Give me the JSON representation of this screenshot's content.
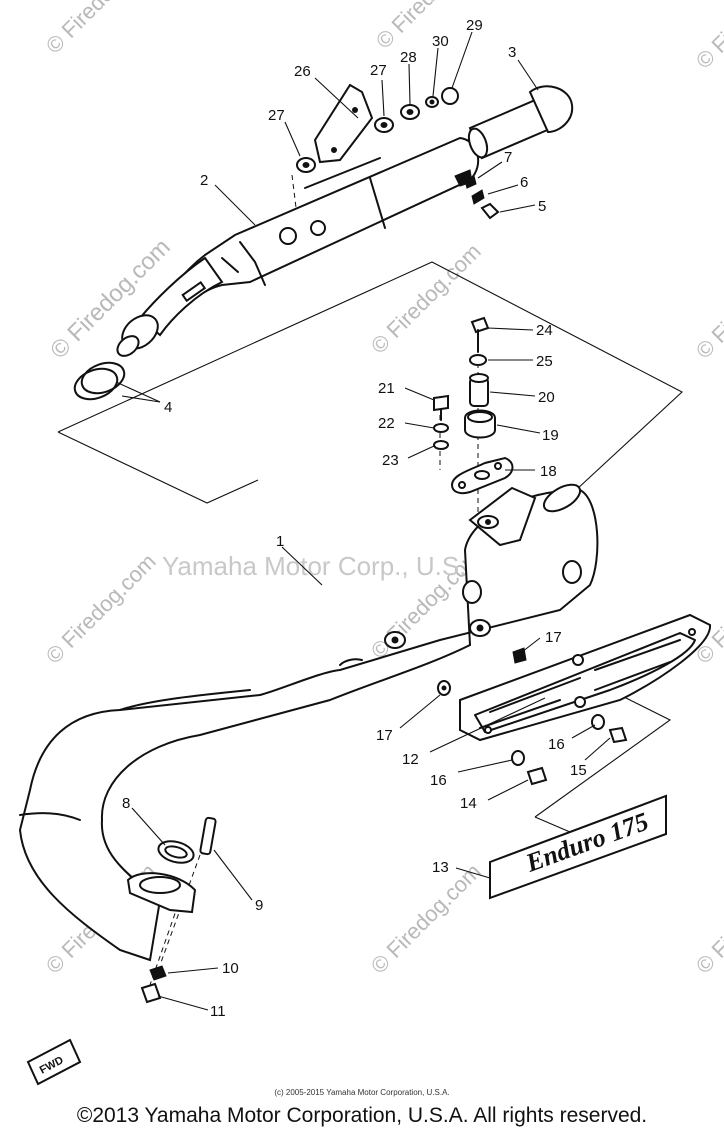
{
  "watermarks": {
    "firedog": "© Firedog.com",
    "company": "Yamaha Motor Corp., U.S.A."
  },
  "labels": {
    "1": "1",
    "2": "2",
    "3": "3",
    "4": "4",
    "5": "5",
    "6": "6",
    "7": "7",
    "8": "8",
    "9": "9",
    "10": "10",
    "11": "11",
    "12": "12",
    "13": "13",
    "14": "14",
    "15": "15",
    "16": "16",
    "17": "17",
    "18": "18",
    "19": "19",
    "20": "20",
    "21": "21",
    "22": "22",
    "23": "23",
    "24": "24",
    "25": "25",
    "26": "26",
    "27": "27",
    "28": "28",
    "29": "29",
    "30": "30"
  },
  "decal": {
    "text": "Enduro 175"
  },
  "front_marker": {
    "text": "FWD"
  },
  "copyright": {
    "small": "(c) 2005-2015 Yamaha Motor Corporation, U.S.A.",
    "main": "©2013 Yamaha Motor Corporation, U.S.A. All rights reserved."
  },
  "colors": {
    "ink": "#111111",
    "watermark": "#b9b9b9",
    "background": "#ffffff"
  }
}
